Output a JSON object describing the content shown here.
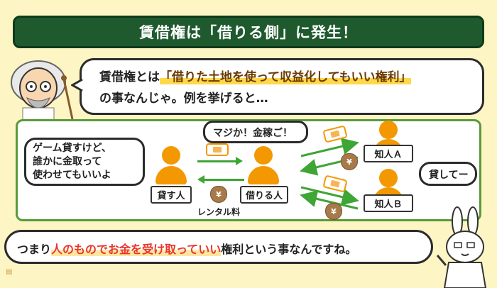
{
  "title": "賃借権は「借りる側」に発生！",
  "top_bubble": {
    "prefix": "賃借権とは",
    "highlight": "「借りた土地を使って収益化してもいい権利」",
    "line2": "の事なんじゃ。例を挙げると…"
  },
  "diagram": {
    "lender_speech": [
      "ゲーム貸すけど、",
      "誰かに金取って",
      "使わせてもいいよ"
    ],
    "borrower_speech": "マジか！金稼ご！",
    "friends_speech": "貸してー",
    "lender_label": "貸す人",
    "borrower_label": "借りる人",
    "friend_a_label": "知人Ａ",
    "friend_b_label": "知人Ｂ",
    "rental_fee_label": "レンタル料",
    "yen_symbol": "¥"
  },
  "bottom_bubble": {
    "prefix": "つまり",
    "highlight": "人のものでお金を受け取っていい",
    "suffix": "権利という事なんですね。"
  },
  "colors": {
    "title_bg": "#1f5a2e",
    "person": "#f39800",
    "arrow": "#3fa535",
    "highlight": "#ffd84a",
    "emphasis_red": "#e8362b"
  }
}
